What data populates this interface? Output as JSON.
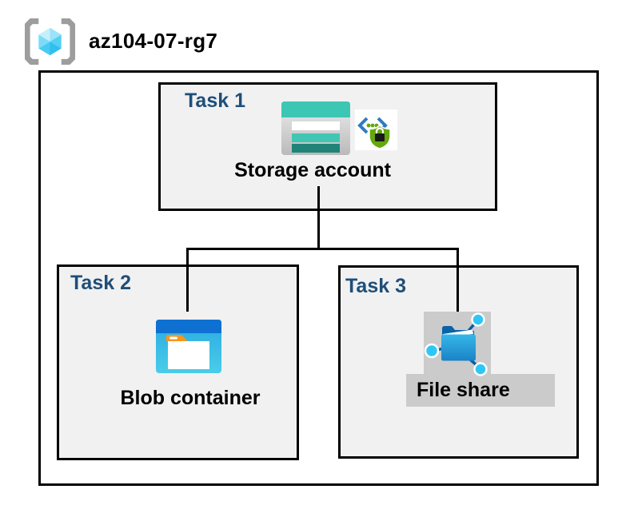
{
  "title": {
    "resource_group": "az104-07-rg7"
  },
  "diagram": {
    "task1": {
      "label": "Task 1",
      "resource": "Storage account",
      "icons": [
        "storage-account-icon",
        "secure-transfer-icon"
      ]
    },
    "task2": {
      "label": "Task 2",
      "resource": "Blob container",
      "icons": [
        "blob-container-icon"
      ]
    },
    "task3": {
      "label": "Task 3",
      "resource": "File share",
      "icons": [
        "file-share-icon"
      ],
      "selection_highlight": true
    }
  },
  "connectors": [
    {
      "from": "Storage account",
      "to": "Blob container"
    },
    {
      "from": "Storage account",
      "to": "File share"
    }
  ],
  "colors": {
    "task_label_navy": "#1F4E79",
    "task_box_fill": "#F1F1F1",
    "border_and_lines": "#000000",
    "selection_gray": "#CBCBCB",
    "storage_teal": "#3CC7B4",
    "storage_teal_dark": "#218377",
    "blob_header_blue": "#0E71D2",
    "blob_body_cyan": "#29A9E2",
    "fileshare_folder_blue": "#1B82C6",
    "fileshare_node_cyan": "#2EC7F5",
    "secure_badge_green": "#64A80D",
    "secure_bracket_blue": "#2E7BC2",
    "rg_cube_cyan": "#4FCDF4",
    "rg_bracket_gray": "#9D9D9D"
  }
}
